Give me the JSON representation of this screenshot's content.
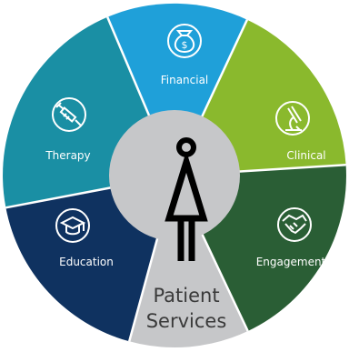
{
  "diagram": {
    "center": {
      "line1": "Patient",
      "line2": "Services",
      "fill": "#c6c7c9",
      "icon": "person-icon"
    },
    "segments": [
      {
        "id": "financial",
        "label": "Financial",
        "color": "#1fa0d9",
        "icon": "money-bag-icon"
      },
      {
        "id": "clinical",
        "label": "Clinical",
        "color": "#8ab92d",
        "icon": "microscope-icon"
      },
      {
        "id": "engagement",
        "label": "Engagement",
        "color": "#2a5e35",
        "icon": "handshake-icon"
      },
      {
        "id": "education",
        "label": "Education",
        "color": "#0f3260",
        "icon": "graduation-cap-icon"
      },
      {
        "id": "therapy",
        "label": "Therapy",
        "color": "#1a8fa4",
        "icon": "syringe-icon"
      }
    ]
  }
}
